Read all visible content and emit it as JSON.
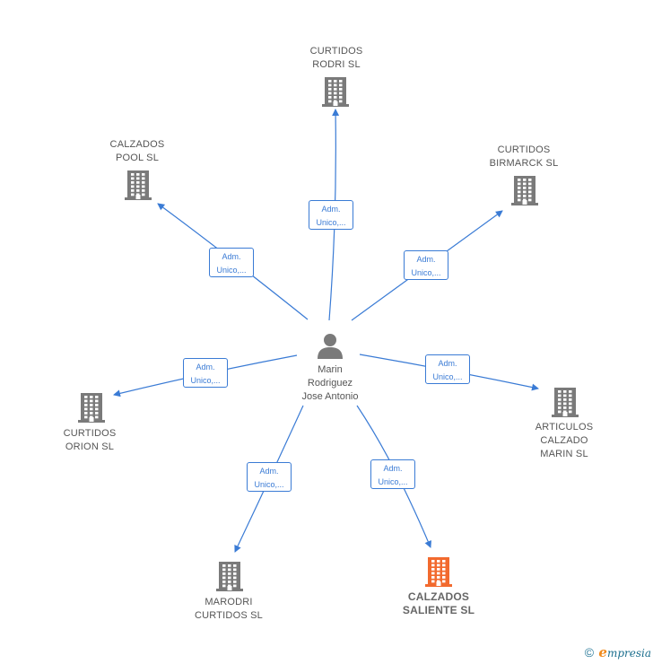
{
  "person": {
    "name": "Marin\nRodriguez\nJose Antonio",
    "icon": "person-icon"
  },
  "companies": [
    {
      "key": "curtidos-rodri",
      "name": "CURTIDOS\nRODRI SL",
      "highlight": false
    },
    {
      "key": "curtidos-birmarck",
      "name": "CURTIDOS\nBIRMARCK SL",
      "highlight": false
    },
    {
      "key": "calzados-pool",
      "name": "CALZADOS\nPOOL SL",
      "highlight": false
    },
    {
      "key": "curtidos-orion",
      "name": "CURTIDOS\nORION SL",
      "highlight": false
    },
    {
      "key": "articulos-calzado-marin",
      "name": "ARTICULOS\nCALZADO\nMARIN SL",
      "highlight": false
    },
    {
      "key": "marodri-curtidos",
      "name": "MARODRI\nCURTIDOS SL",
      "highlight": false
    },
    {
      "key": "calzados-saliente",
      "name": "CALZADOS\nSALIENTE SL",
      "highlight": true
    }
  ],
  "relations": [
    {
      "target": "curtidos-rodri",
      "label": "Adm.\nUnico,..."
    },
    {
      "target": "calzados-pool",
      "label": "Adm.\nUnico,..."
    },
    {
      "target": "curtidos-birmarck",
      "label": "Adm.\nUnico,..."
    },
    {
      "target": "curtidos-orion",
      "label": "Adm.\nUnico,..."
    },
    {
      "target": "articulos-calzado-marin",
      "label": "Adm.\nUnico,..."
    },
    {
      "target": "marodri-curtidos",
      "label": "Adm.\nUnico,..."
    },
    {
      "target": "calzados-saliente",
      "label": "Adm.\nUnico,..."
    }
  ],
  "colors": {
    "edge": "#3a7bd5",
    "building": "#7a7a7a",
    "building_highlight": "#f26a2e",
    "person": "#7a7a7a"
  },
  "footer": {
    "copyright": "©",
    "brand_initial": "e",
    "brand_rest": "mpresia"
  }
}
